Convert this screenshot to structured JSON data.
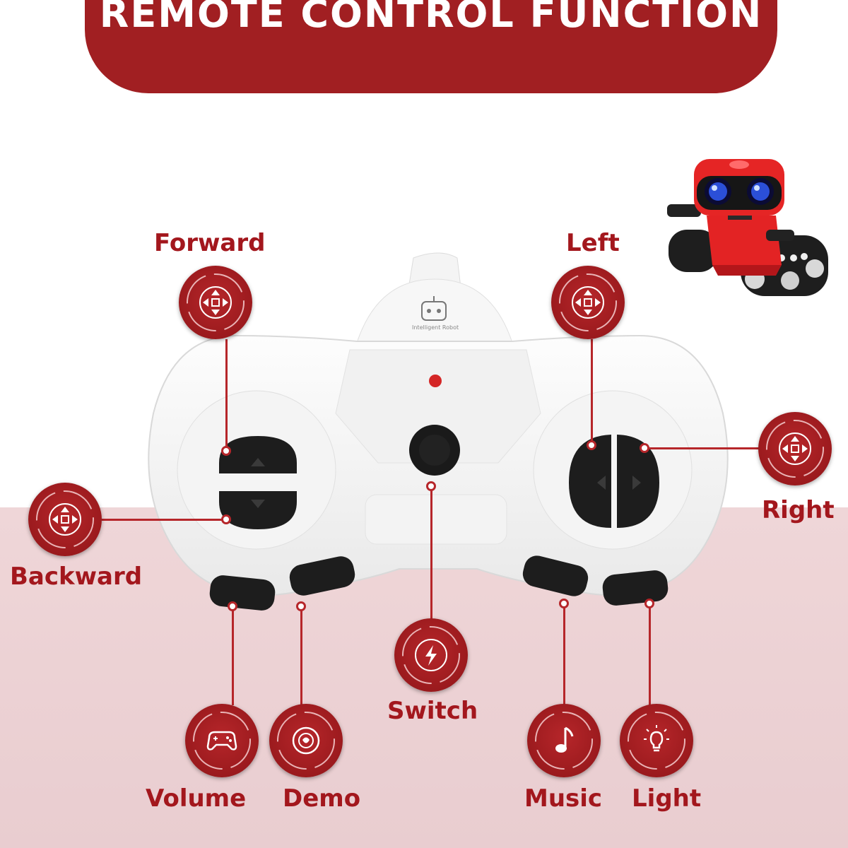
{
  "banner": {
    "title": "REMOTE CONTROL FUNCTION"
  },
  "labels": {
    "forward": "Forward",
    "left": "Left",
    "right": "Right",
    "backward": "Backward",
    "switch": "Switch",
    "volume": "Volume",
    "demo": "Demo",
    "music": "Music",
    "light": "Light"
  },
  "remote": {
    "brand_text": "Intelligent Robot"
  },
  "icons": {
    "forward": "dpad-icon",
    "left": "dpad-icon",
    "right": "dpad-icon",
    "backward": "dpad-icon",
    "switch": "lightning-icon",
    "volume": "gamepad-icon",
    "demo": "demo-icon",
    "music": "music-note-icon",
    "light": "lightbulb-icon"
  },
  "colors": {
    "accent": "#a11f22",
    "label": "#a3171d",
    "background_bottom": "#ecd3d5",
    "button": "#222222"
  }
}
